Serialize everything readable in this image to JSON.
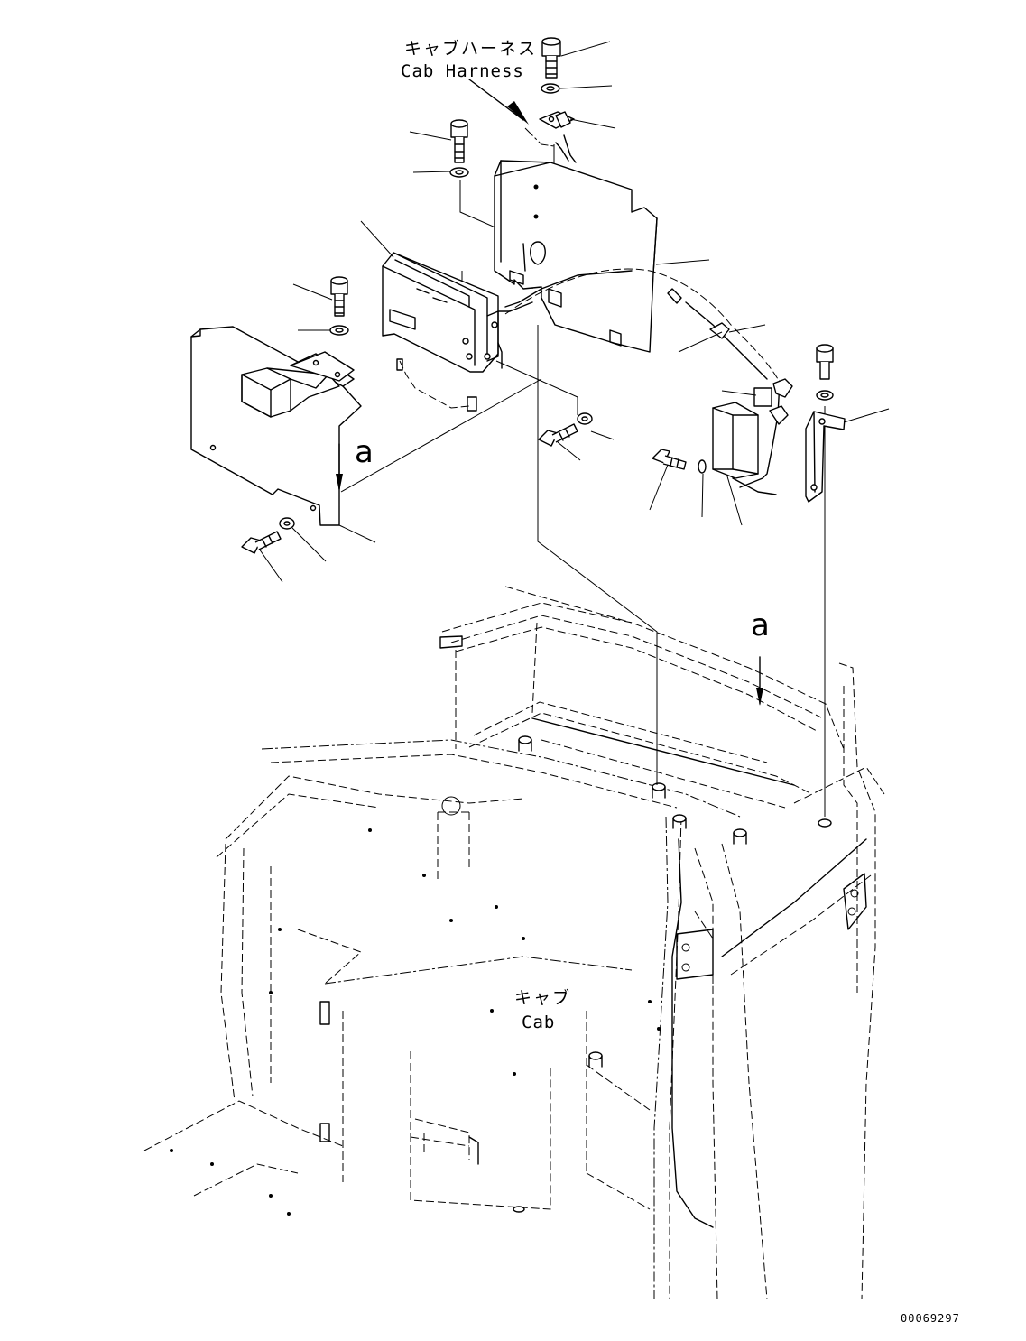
{
  "labels": {
    "cab_harness_ja": "キャブハーネス",
    "cab_harness_en": "Cab Harness",
    "cab_ja": "キャブ",
    "cab_en": "Cab",
    "view_ref_upper": "a",
    "view_ref_lower": "a",
    "doc_number": "00069297"
  }
}
